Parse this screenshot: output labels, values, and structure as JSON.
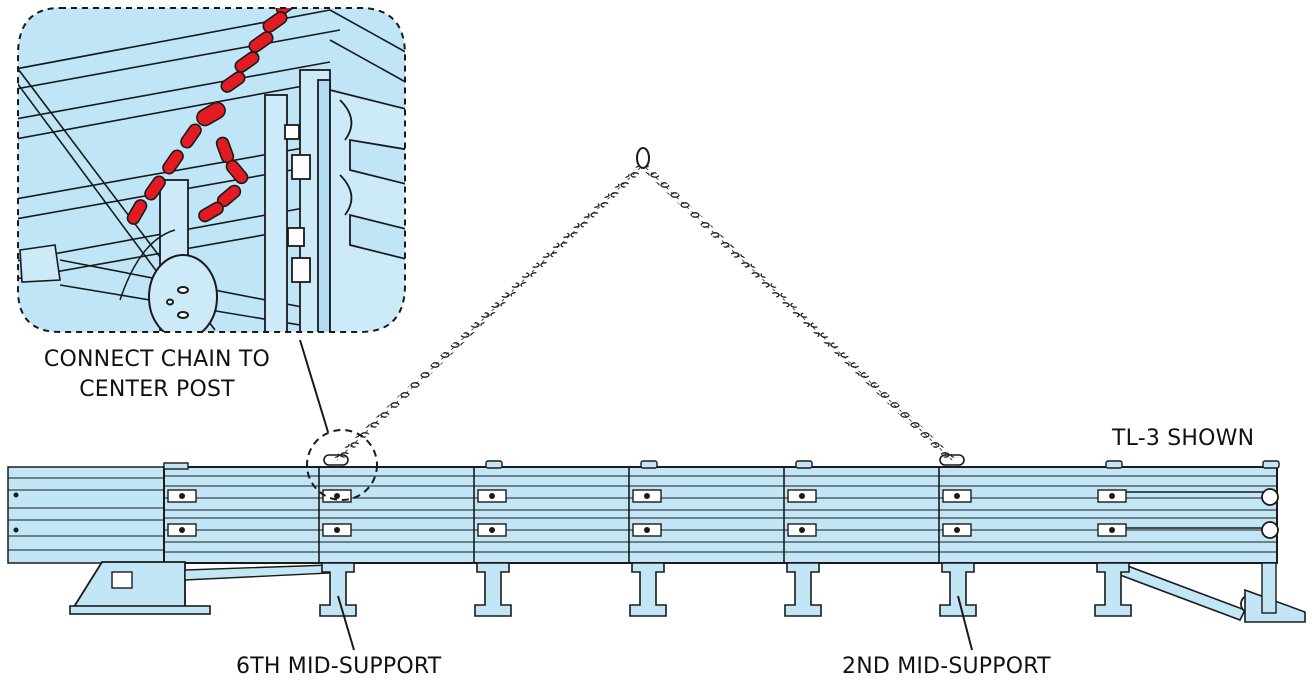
{
  "labels": {
    "connect_line1": "CONNECT CHAIN TO",
    "connect_line2": "CENTER POST",
    "tl3_shown": "TL-3 SHOWN",
    "sixth_mid_support": "6TH MID-SUPPORT",
    "second_mid_support": "2ND MID-SUPPORT"
  },
  "colors": {
    "steel": "#c2e6f6",
    "steel_dark": "#9fcde4",
    "outline": "#1a1a1a",
    "chain_highlight": "#e21b23",
    "inset_fill": "#bfe5f7"
  }
}
